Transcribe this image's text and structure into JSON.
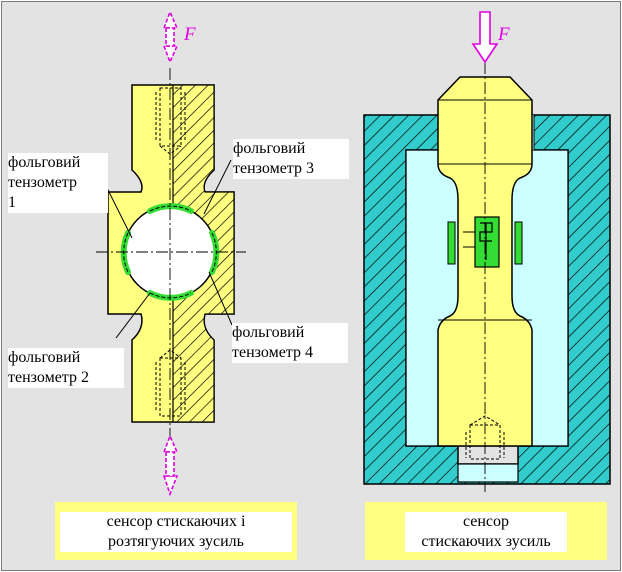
{
  "force_label": "F",
  "labels": {
    "gauge1": "фольговий\nтензометр\n      1",
    "gauge2": "фольговий\nтензометр 2",
    "gauge3": "фольговий\nтензометр 3",
    "gauge4": "фольговий\nтензометр 4"
  },
  "captions": {
    "left": "сенсор стискаючих і\nрозтягуючих зусиль",
    "right": "сенсор\nстискаючих зусиль"
  },
  "colors": {
    "background": "#e3e3e3",
    "body_yellow": "#ffff80",
    "housing_cyan": "#33cccc",
    "gauge_green": "#33dd33",
    "force_arrow": "#e000e0",
    "caption_box": "#ffff80"
  }
}
